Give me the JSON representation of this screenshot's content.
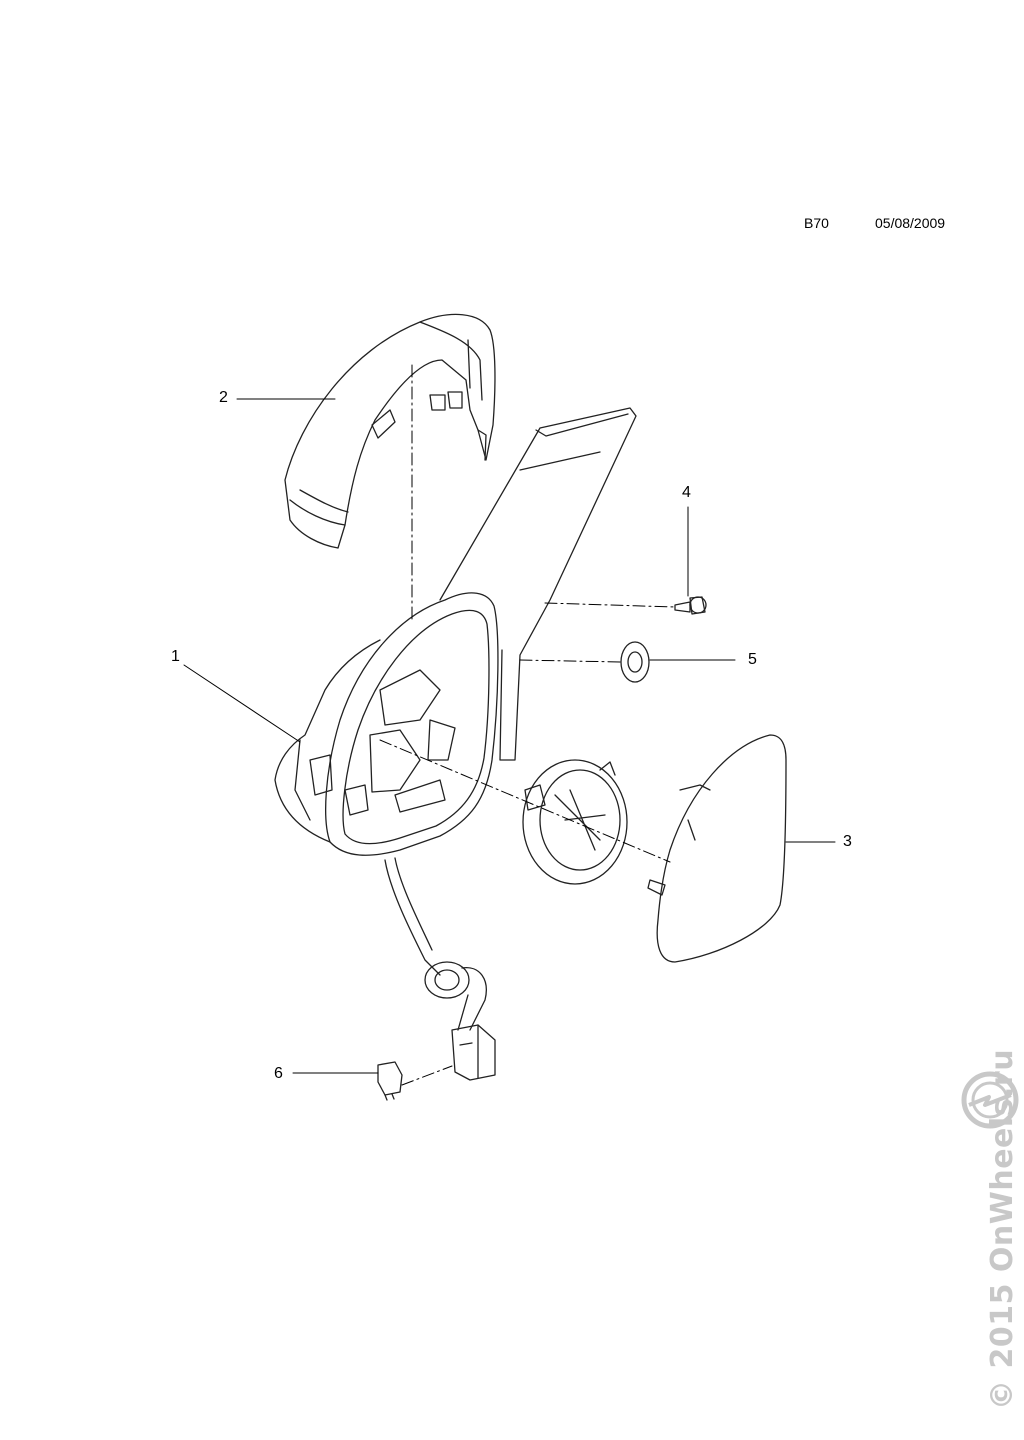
{
  "header": {
    "code": "B70",
    "date": "05/08/2009"
  },
  "callouts": [
    {
      "id": "1",
      "label": "1"
    },
    {
      "id": "2",
      "label": "2"
    },
    {
      "id": "3",
      "label": "3"
    },
    {
      "id": "4",
      "label": "4"
    },
    {
      "id": "5",
      "label": "5"
    },
    {
      "id": "6",
      "label": "6"
    }
  ],
  "watermark": {
    "text": "© 2015 OnWheels.ru",
    "logo": "opel-blitz-logo"
  }
}
